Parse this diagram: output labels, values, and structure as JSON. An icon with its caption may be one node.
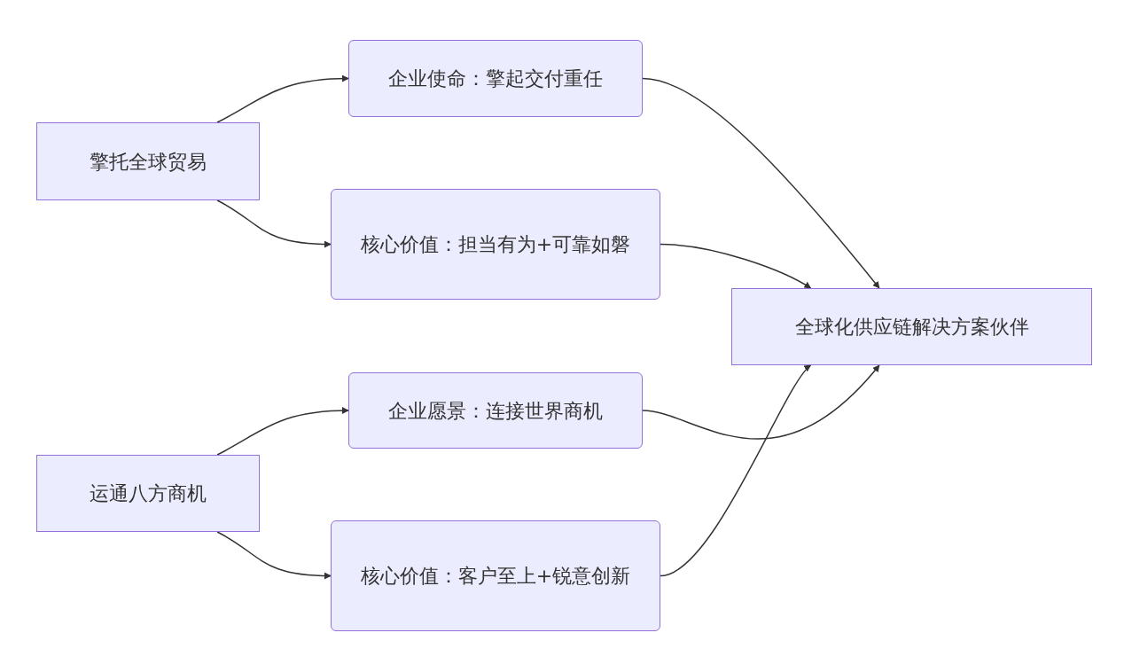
{
  "diagram": {
    "nodes": [
      {
        "text": [
          "擎托全球贸易"
        ]
      },
      {
        "text": [
          "企业使命：擎起交付重任"
        ]
      },
      {
        "text": [
          "核心价值：担当有为+可靠如磐"
        ]
      },
      {
        "text": [
          "全球化供应链解决方案伙伴"
        ]
      },
      {
        "text": [
          "企业愿景：连接世界商机"
        ]
      },
      {
        "text": [
          "运通八方商机"
        ]
      },
      {
        "text": [
          "核心价值：客户至上+锐意创新"
        ]
      }
    ],
    "edges": [
      {
        "from": 0,
        "to": 1,
        "arrow": "to"
      },
      {
        "from": 0,
        "to": 2,
        "arrow": "to"
      },
      {
        "from": 1,
        "to": 3,
        "arrow": "to"
      },
      {
        "from": 2,
        "to": 3,
        "arrow": "to"
      },
      {
        "from": 5,
        "to": 4,
        "arrow": "to"
      },
      {
        "from": 5,
        "to": 6,
        "arrow": "to"
      },
      {
        "from": 4,
        "to": 3,
        "arrow": "to"
      },
      {
        "from": 6,
        "to": 3,
        "arrow": "to"
      }
    ]
  }
}
